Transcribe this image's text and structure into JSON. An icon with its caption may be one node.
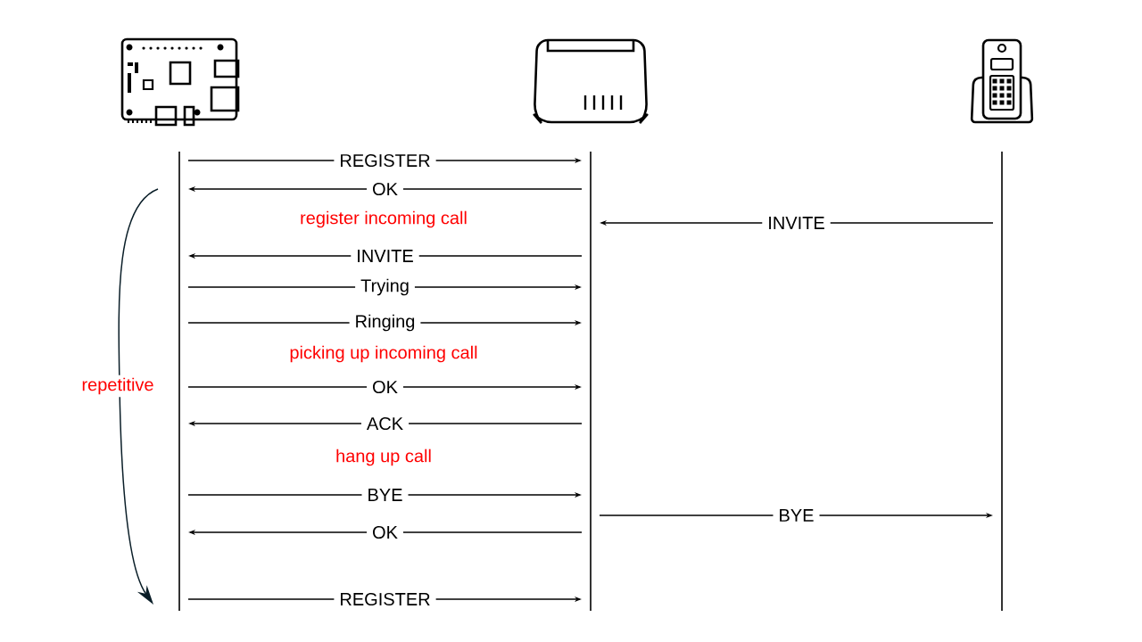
{
  "diagram": {
    "nodes": [
      {
        "text": [],
        "shape": "picture"
      },
      {
        "text": [],
        "shape": "picture"
      },
      {
        "text": [],
        "shape": "picture"
      },
      {
        "text": [],
        "shape": "bar"
      },
      {
        "text": [],
        "shape": "bar"
      },
      {
        "text": [],
        "shape": "bar"
      }
    ],
    "edges": [
      {
        "from": 3,
        "to": 4,
        "arrow": "to",
        "label": "REGISTER"
      },
      {
        "from": 4,
        "to": 3,
        "arrow": "to",
        "label": "OK"
      },
      {
        "from": 5,
        "to": 4,
        "arrow": "to",
        "label": "INVITE"
      },
      {
        "from": 4,
        "to": 3,
        "arrow": "to",
        "label": "INVITE"
      },
      {
        "from": 3,
        "to": 4,
        "arrow": "to",
        "label": "Trying"
      },
      {
        "from": 3,
        "to": 4,
        "arrow": "to",
        "label": "Ringing"
      },
      {
        "from": 3,
        "to": 4,
        "arrow": "to",
        "label": "OK"
      },
      {
        "from": 4,
        "to": 3,
        "arrow": "to",
        "label": "ACK"
      },
      {
        "from": 3,
        "to": 4,
        "arrow": "to",
        "label": "BYE"
      },
      {
        "from": 4,
        "to": 5,
        "arrow": "to",
        "label": "BYE"
      },
      {
        "from": 4,
        "to": 3,
        "arrow": "to",
        "label": "OK"
      },
      {
        "from": 3,
        "to": 4,
        "arrow": "to",
        "label": "REGISTER"
      }
    ],
    "labels": [
      "register incoming call",
      "picking up incoming call",
      "repetitive",
      "hang up call"
    ]
  }
}
